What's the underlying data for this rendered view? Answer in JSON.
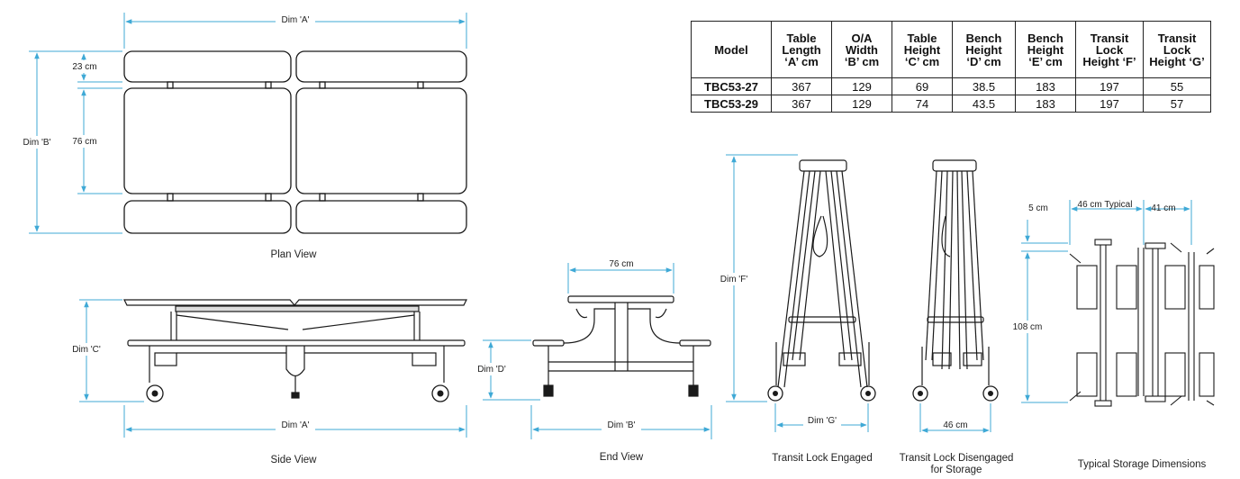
{
  "plan_view": {
    "caption": "Plan View",
    "dim_a": "Dim 'A'",
    "dim_b": "Dim 'B'",
    "bench_width": "23 cm",
    "table_width": "76 cm"
  },
  "side_view": {
    "caption": "Side View",
    "dim_c": "Dim 'C'",
    "dim_a": "Dim 'A'"
  },
  "end_view": {
    "caption": "End View",
    "top_width": "76 cm",
    "dim_d": "Dim 'D'",
    "dim_b": "Dim 'B'"
  },
  "transit_engaged": {
    "caption": "Transit Lock Engaged",
    "dim_f": "Dim 'F'",
    "dim_g": "Dim 'G'"
  },
  "transit_disengaged": {
    "caption_line1": "Transit Lock Disengaged",
    "caption_line2": "for Storage",
    "width": "46 cm"
  },
  "storage": {
    "caption": "Typical Storage Dimensions",
    "gap": "5 cm",
    "typical": "46 cm Typical",
    "pitch": "41 cm",
    "height": "108 cm"
  },
  "spec_table": {
    "headers": [
      [
        "Model"
      ],
      [
        "Table",
        "Length",
        "‘A’ cm"
      ],
      [
        "O/A",
        "Width",
        "‘B’ cm"
      ],
      [
        "Table",
        "Height",
        "‘C’ cm"
      ],
      [
        "Bench",
        "Height",
        "‘D’ cm"
      ],
      [
        "Bench",
        "Height",
        "‘E’ cm"
      ],
      [
        "Transit",
        "Lock",
        "Height ‘F’"
      ],
      [
        "Transit",
        "Lock",
        "Height ‘G’"
      ]
    ],
    "rows": [
      [
        "TBC53-27",
        "367",
        "129",
        "69",
        "38.5",
        "183",
        "197",
        "55"
      ],
      [
        "TBC53-29",
        "367",
        "129",
        "74",
        "43.5",
        "183",
        "197",
        "57"
      ]
    ]
  },
  "colors": {
    "dimension_line": "#3fa9d6",
    "outline": "#1a1a1a"
  }
}
